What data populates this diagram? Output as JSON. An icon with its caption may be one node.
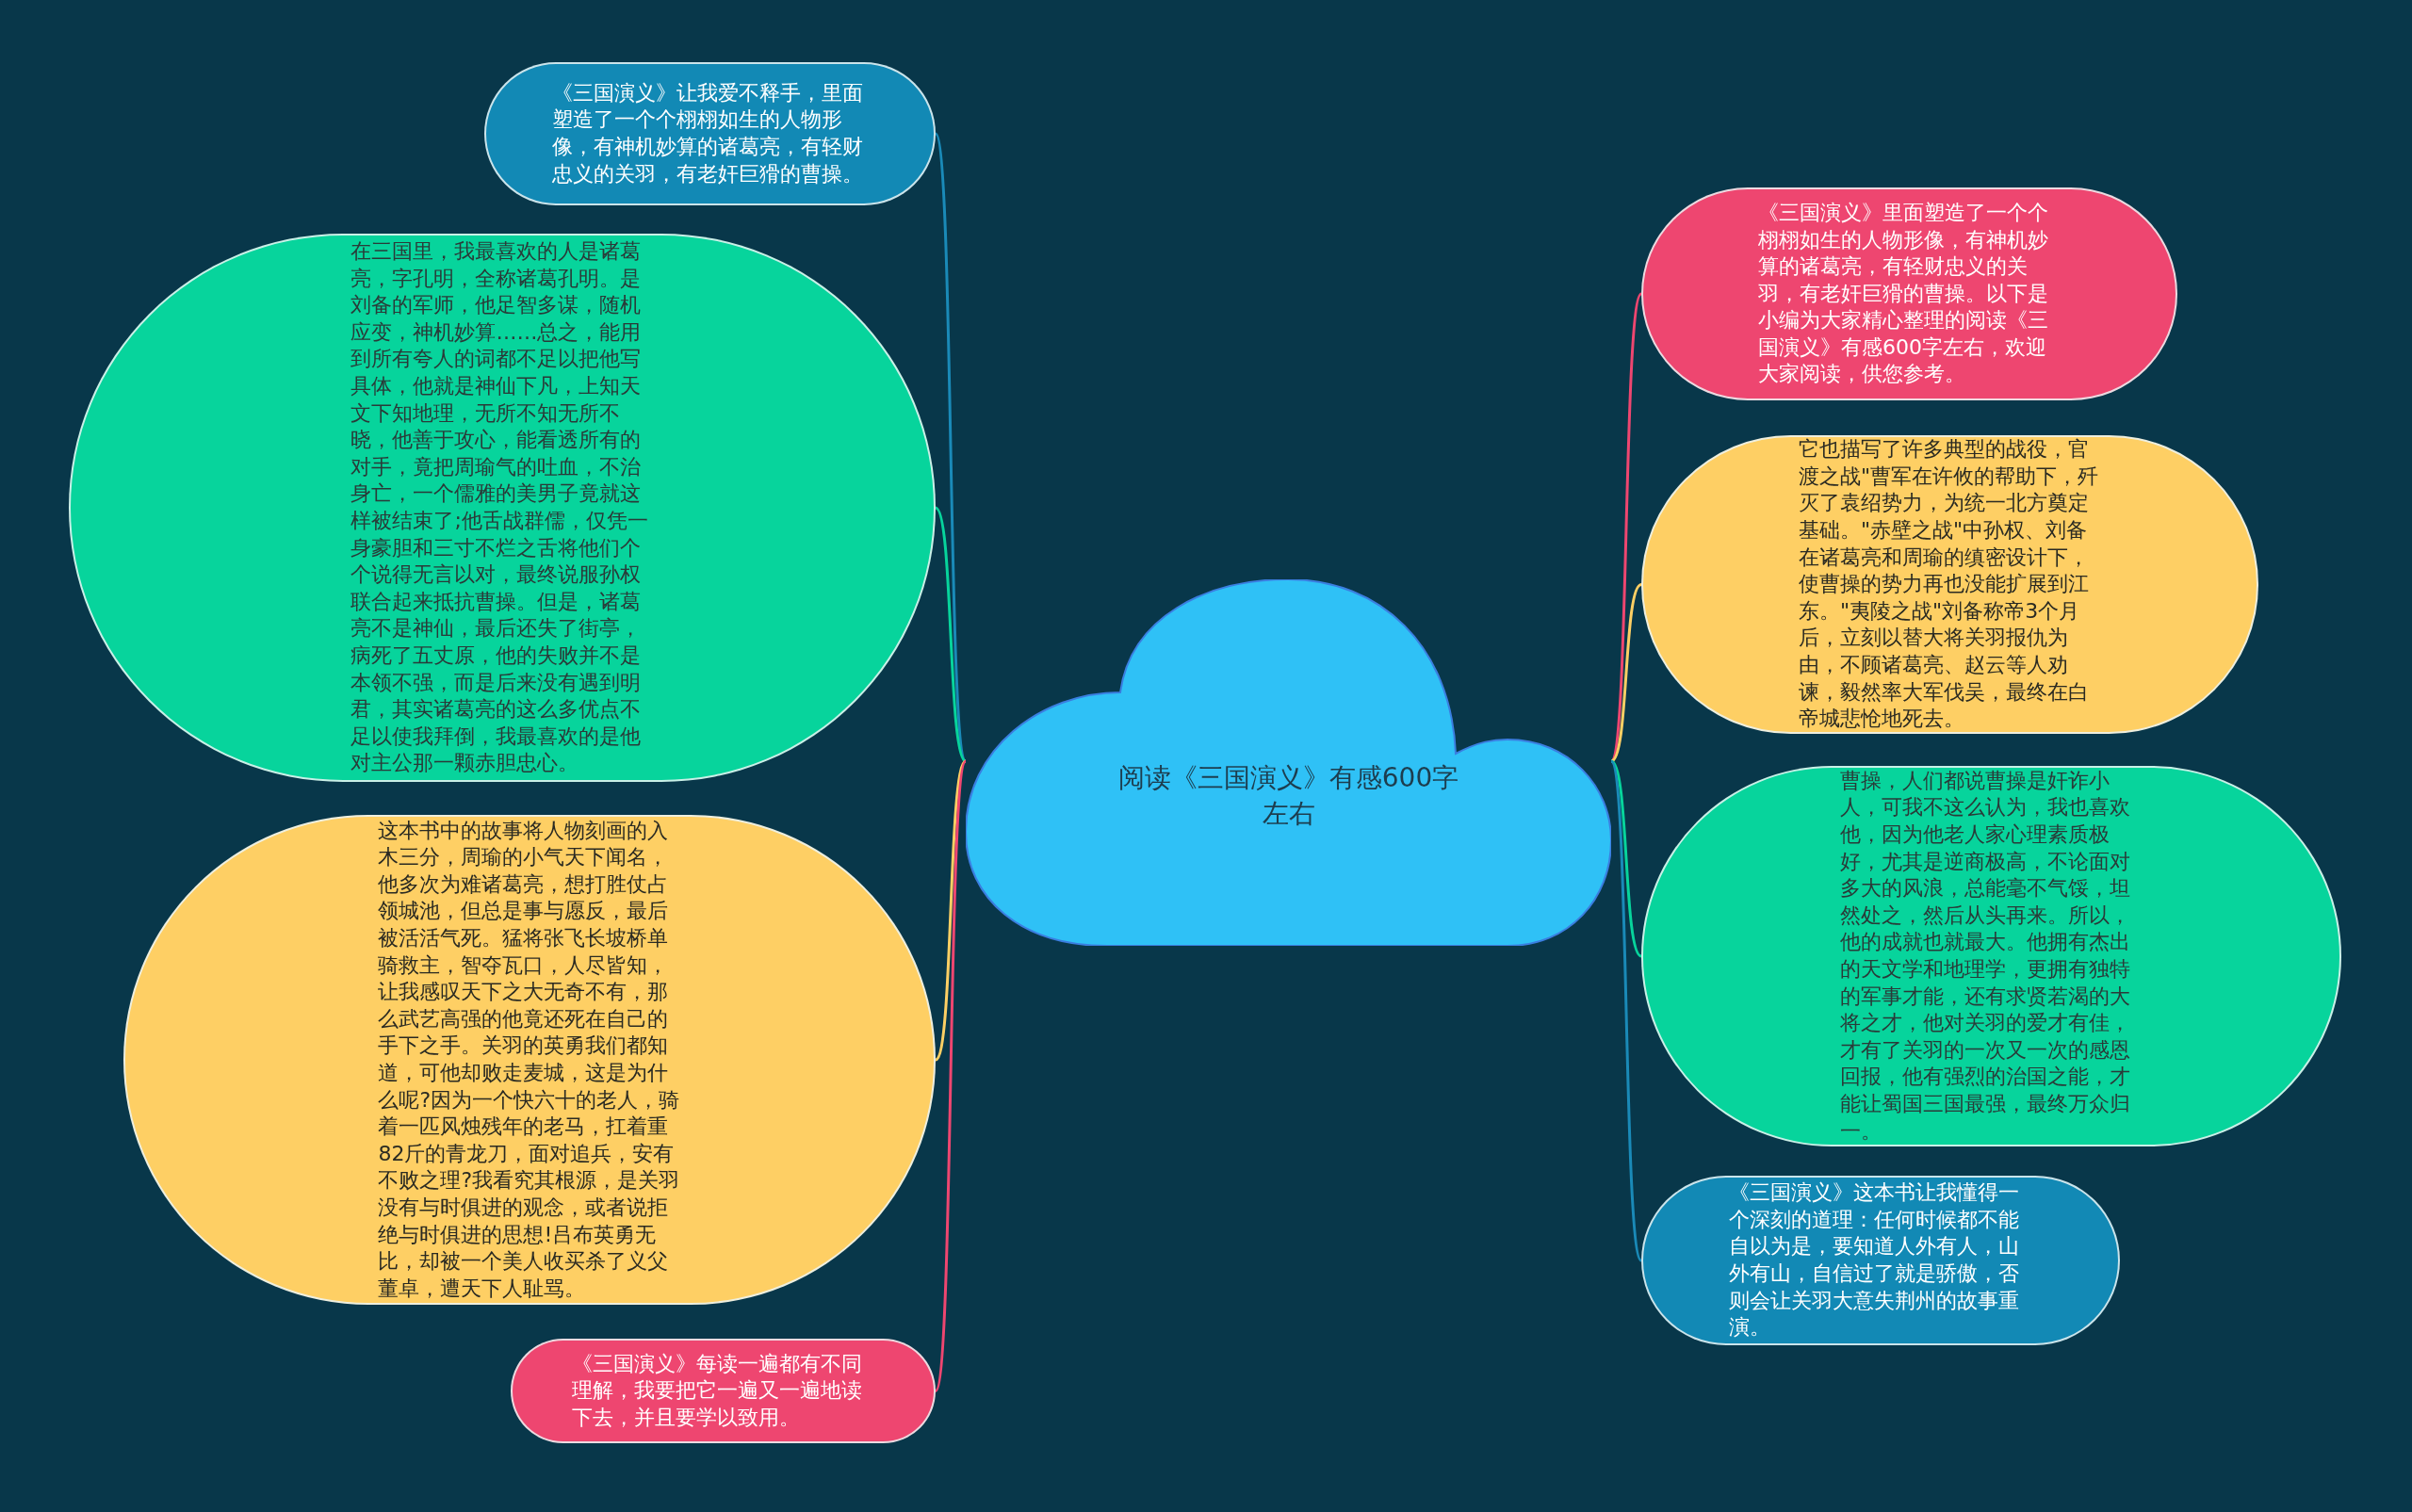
{
  "diagram": {
    "nodes": [
      {
        "text": [
          "阅读《三国演义》有感600字左右"
        ]
      },
      {
        "text": [
          "《三国演义》让我爱不释手，里面塑造了一个个栩栩如生的人物形像，有神机妙算的诸葛亮，有轻财忠义的关羽，有老奸巨猾的曹操。"
        ]
      },
      {
        "text": [
          "在三国里，我最喜欢的人是诸葛亮，字孔明，全称诸葛孔明。是刘备的军师，他足智多谋，随机应变，神机妙算……总之，能用到所有夸人的词都不足以把他写具体，他就是神仙下凡，上知天文下知地理，无所不知无所不晓，他善于攻心，能看透所有的对手，竟把周瑜气的吐血，不治身亡，一个儒雅的美男子竟就这样被结束了;他舌战群儒，仅凭一身豪胆和三寸不烂之舌将他们个个说得无言以对，最终说服孙权联合起来抵抗曹操。但是，诸葛亮不是神仙，最后还失了街亭，病死了五丈原，他的失败并不是本领不强，而是后来没有遇到明君，其实诸葛亮的这么多优点不足以使我拜倒，我最喜欢的是他对主公那一颗赤胆忠心。"
        ]
      },
      {
        "text": [
          "这本书中的故事将人物刻画的入木三分，周瑜的小气天下闻名，他多次为难诸葛亮，想打胜仗占领城池，但总是事与愿反，最后被活活气死。猛将张飞长坡桥单骑救主，智夺瓦口，人尽皆知，让我感叹天下之大无奇不有，那么武艺高强的他竟还死在自己的手下之手。关羽的英勇我们都知道，可他却败走麦城，这是为什么呢?因为一个快六十的老人，骑着一匹风烛残年的老马，扛着重82斤的青龙刀，面对追兵，安有不败之理?我看究其根源，是关羽没有与时俱进的观念，或者说拒绝与时俱进的思想!吕布英勇无比，却被一个美人收买杀了义父董卓，遭天下人耻骂。"
        ]
      },
      {
        "text": [
          "《三国演义》每读一遍都有不同理解，我要把它一遍又一遍地读下去，并且要学以致用。"
        ]
      },
      {
        "text": [
          "《三国演义》里面塑造了一个个栩栩如生的人物形像，有神机妙算的诸葛亮，有轻财忠义的关羽，有老奸巨猾的曹操。以下是小编为大家精心整理的阅读《三国演义》有感600字左右，欢迎大家阅读，供您参考。"
        ]
      },
      {
        "text": [
          "它也描写了许多典型的战役，官渡之战\"曹军在许攸的帮助下，歼灭了袁绍势力，为统一北方奠定基础。\"赤壁之战\"中孙权、刘备在诸葛亮和周瑜的缜密设计下，使曹操的势力再也没能扩展到江东。\"夷陵之战\"刘备称帝3个月后，立刻以替大将关羽报仇为由，不顾诸葛亮、赵云等人劝谏，毅然率大军伐吴，最终在白帝城悲怆地死去。"
        ]
      },
      {
        "text": [
          "曹操，人们都说曹操是奸诈小人，可我不这么认为，我也喜欢他，因为他老人家心理素质极好，尤其是逆商极高，不论面对多大的风浪，总能毫不气馁，坦然处之，然后从头再来。所以，他的成就也就最大。他拥有杰出的天文学和地理学，更拥有独特的军事才能，还有求贤若渴的大将之才，他对关羽的爱才有佳，才有了关羽的一次又一次的感恩回报，他有强烈的治国之能，才能让蜀国三国最强，最终万众归一。"
        ]
      },
      {
        "text": [
          "《三国演义》这本书让我懂得一个深刻的道理：任何时候都不能自以为是，要知道人外有人，山外有山，自信过了就是骄傲，否则会让关羽大意失荆州的故事重演。"
        ]
      }
    ],
    "edges": [
      {
        "from": 0,
        "to": 1,
        "arrow": "none",
        "color": "#1a8ab8"
      },
      {
        "from": 0,
        "to": 2,
        "arrow": "none",
        "color": "#07d49c"
      },
      {
        "from": 0,
        "to": 3,
        "arrow": "none",
        "color": "#fecf64"
      },
      {
        "from": 0,
        "to": 4,
        "arrow": "none",
        "color": "#ee4670"
      },
      {
        "from": 0,
        "to": 5,
        "arrow": "none",
        "color": "#ee4670"
      },
      {
        "from": 0,
        "to": 6,
        "arrow": "none",
        "color": "#fecf64"
      },
      {
        "from": 0,
        "to": 7,
        "arrow": "none",
        "color": "#07d49c"
      },
      {
        "from": 0,
        "to": 8,
        "arrow": "none",
        "color": "#1a8ab8"
      }
    ]
  }
}
